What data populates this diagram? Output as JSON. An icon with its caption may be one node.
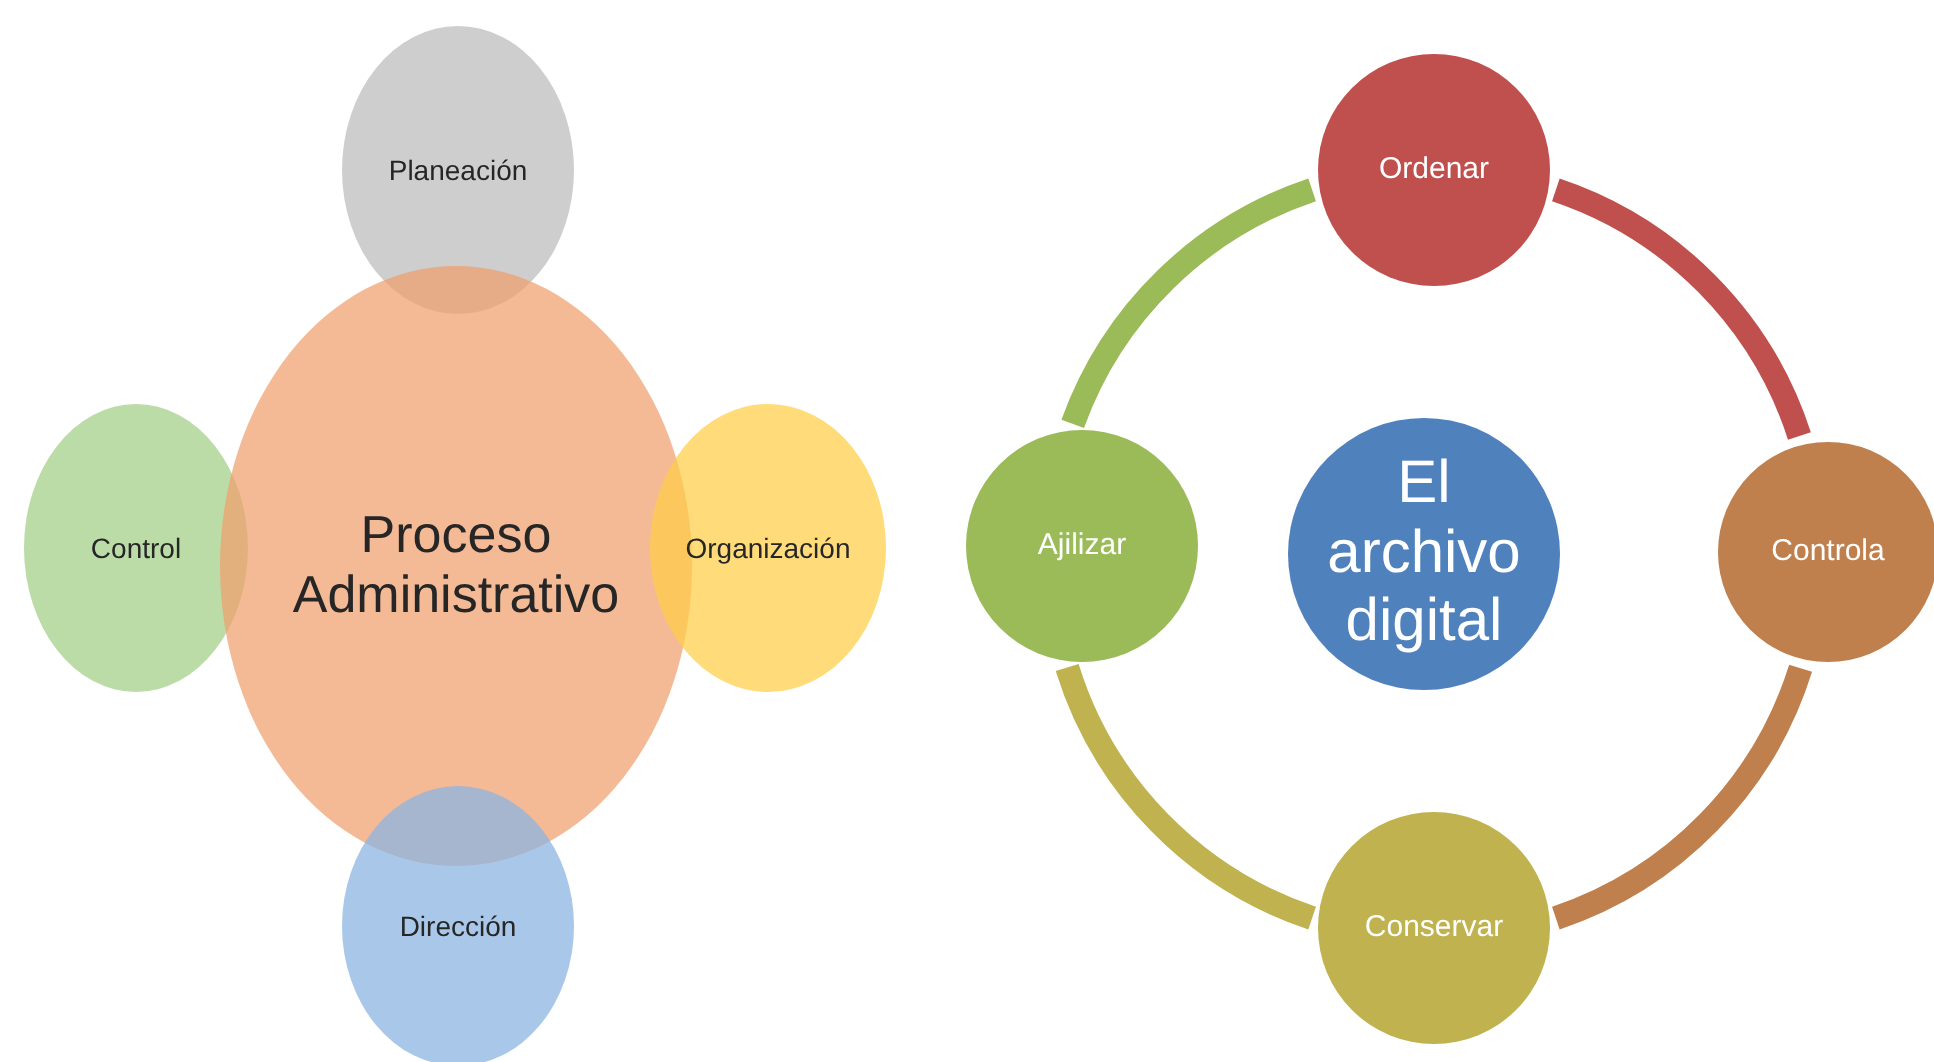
{
  "diagram": {
    "nodes": [
      {
        "text": [
          "Planeación"
        ]
      },
      {
        "text": [
          "Control"
        ]
      },
      {
        "text": [
          "Proceso Administrativo"
        ]
      },
      {
        "text": [
          "Organización"
        ]
      },
      {
        "text": [
          "Dirección"
        ]
      },
      {
        "text": [
          "Ordenar"
        ]
      },
      {
        "text": [
          "Ajilizar"
        ]
      },
      {
        "text": [
          "El archivo digital"
        ]
      },
      {
        "text": [
          "Controla"
        ]
      },
      {
        "text": [
          "Conservar"
        ]
      }
    ],
    "edges": [
      {
        "from": 5,
        "to": 8,
        "arrow": "none",
        "color": "#c0504d"
      },
      {
        "from": 8,
        "to": 9,
        "arrow": "none",
        "color": "#c0804d"
      },
      {
        "from": 9,
        "to": 6,
        "arrow": "none",
        "color": "#bfb24f"
      },
      {
        "from": 6,
        "to": 5,
        "arrow": "none",
        "color": "#9bbb59"
      }
    ]
  }
}
